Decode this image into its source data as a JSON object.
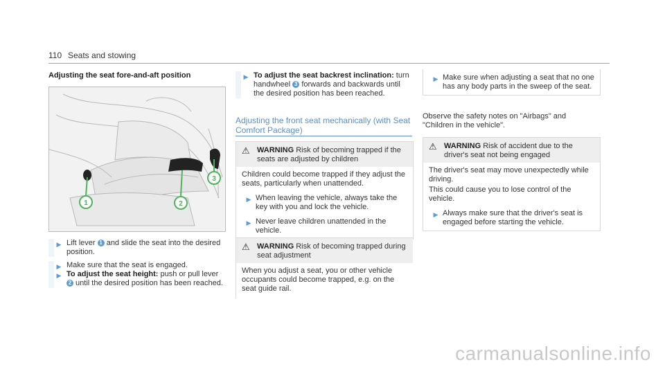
{
  "header": {
    "page_number": "110",
    "title": "Seats and stowing"
  },
  "left": {
    "heading": "Adjusting the seat fore-and-aft position",
    "figure": {
      "callouts": [
        "1",
        "2",
        "3"
      ]
    },
    "steps": [
      {
        "bold": "",
        "pre": "Lift lever ",
        "ref": "1",
        "post": " and slide the seat into the desired position."
      },
      {
        "bold": "",
        "pre": "Make sure that the seat is engaged.",
        "ref": "",
        "post": ""
      },
      {
        "bold": "To adjust the seat height:",
        "pre": " push or pull lever ",
        "ref": "2",
        "post": " until the desired position has been reached."
      }
    ]
  },
  "middle": {
    "step": {
      "bold": "To adjust the seat backrest inclination:",
      "pre": " turn handwheel ",
      "ref": "3",
      "post": " forwards and backwards until the desired position has been reached."
    },
    "section_heading": "Adjusting the front seat mechanically (with Seat Comfort Package)",
    "warning1": {
      "label": "WARNING",
      "title": " Risk of becoming trapped if the seats are adjusted by children",
      "body": "Children could become trapped if they adjust the seats, particularly when unattended.",
      "steps": [
        "When leaving the vehicle, always take the key with you and lock the vehicle.",
        "Never leave children unattended in the vehicle."
      ]
    },
    "warning2": {
      "label": "WARNING",
      "title": " Risk of becoming trapped during seat adjustment",
      "body": "When you adjust a seat, you or other vehicle occupants could become trapped, e.g. on the seat guide rail."
    }
  },
  "right": {
    "box_step": "Make sure when adjusting a seat that no one has any body parts in the sweep of the seat.",
    "observe": "Observe the safety notes on \"Airbags\" and \"Children in the vehicle\".",
    "warning3": {
      "label": "WARNING",
      "title": " Risk of accident due to the driver's seat not being engaged",
      "body1": "The driver's seat may move unexpectedly while driving.",
      "body2": "This could cause you to lose control of the vehicle.",
      "step": "Always make sure that the driver's seat is engaged before starting the vehicle."
    }
  },
  "watermark": "carmanualsonline.info",
  "colors": {
    "accent": "#5b9bd5",
    "heading_blue": "#5b8fc6"
  }
}
